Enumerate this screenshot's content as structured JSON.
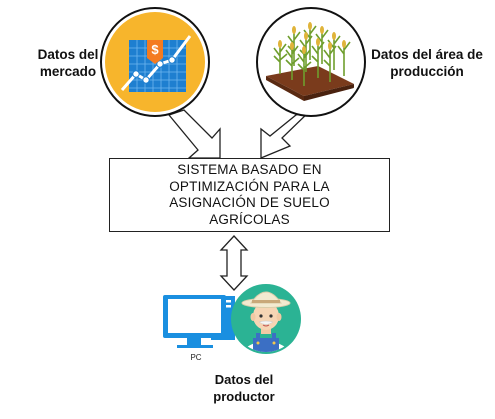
{
  "labels": {
    "market": [
      "Datos del",
      "mercado"
    ],
    "production_area": [
      "Datos del área de",
      "producción"
    ],
    "producer": [
      "Datos del",
      "productor"
    ]
  },
  "system_box": {
    "lines": [
      "SISTEMA BASADO EN",
      "OPTIMIZACIÓN PARA LA",
      "ASIGNACIÓN DE SUELO",
      "AGRÍCOLAS"
    ]
  },
  "pc_label": "PC",
  "icon_currency_symbol": "$",
  "colors": {
    "market_bg": "#f7b52c",
    "chart_bg": "#1e7fd0",
    "producer_circle": "#2bb394",
    "pc_blue": "#1a8fe0",
    "soil": "#7a3b1c",
    "crop_green": "#6f9e2d"
  }
}
